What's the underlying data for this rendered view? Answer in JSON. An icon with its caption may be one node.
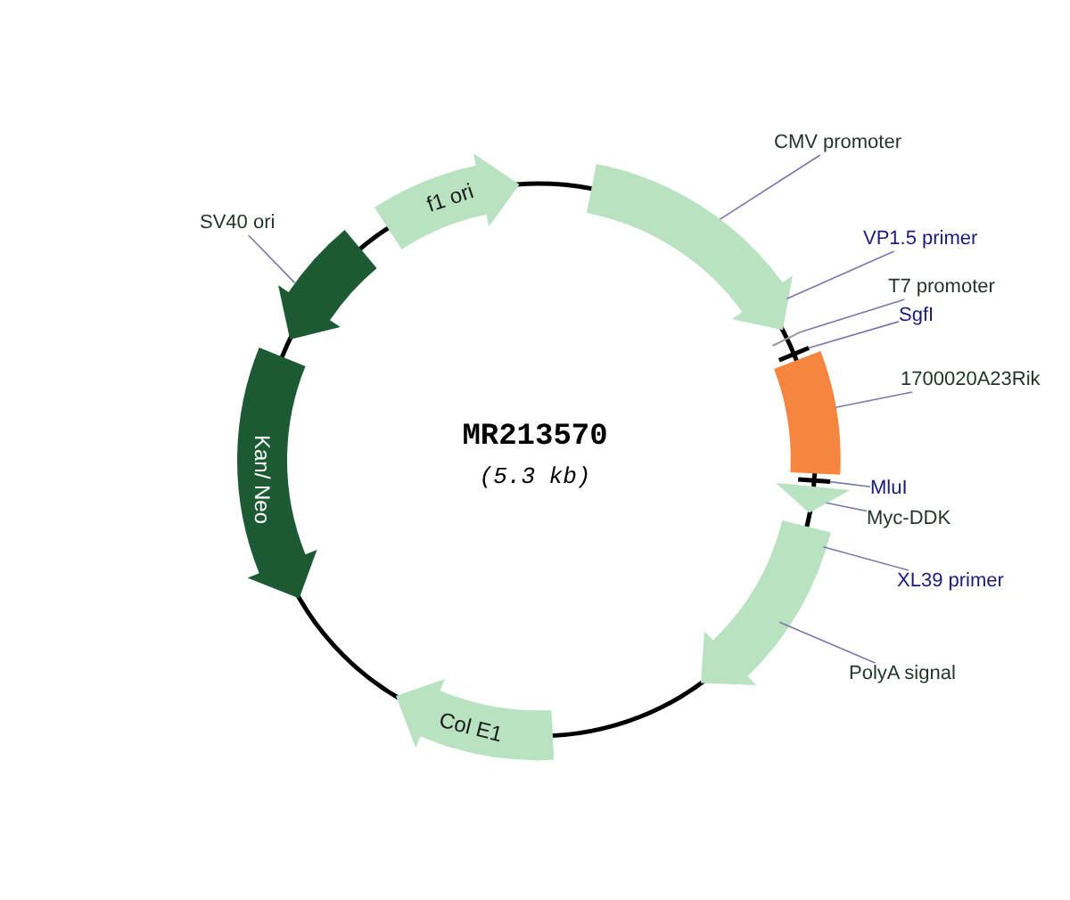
{
  "diagram": {
    "nodes": [
      {
        "text": [
          "f1 ori"
        ]
      },
      {
        "text": [],
        "shape": "arrow"
      },
      {
        "text": [],
        "shape": "bar"
      },
      {
        "text": [],
        "shape": "arrow"
      },
      {
        "text": [],
        "shape": "arrow"
      },
      {
        "text": [
          "Col E1"
        ]
      },
      {
        "text": [
          "Kan/ Neo"
        ]
      },
      {
        "text": [],
        "shape": "arrow"
      },
      {
        "text": [
          "CMV promoter"
        ]
      },
      {
        "text": [
          "VP1.5 primer"
        ]
      },
      {
        "text": [
          "T7 promoter"
        ]
      },
      {
        "text": [
          "SgfI"
        ]
      },
      {
        "text": [
          "1700020A23Rik"
        ]
      },
      {
        "text": [
          "MluI"
        ]
      },
      {
        "text": [
          "Myc-DDK"
        ]
      },
      {
        "text": [
          "XL39 primer"
        ]
      },
      {
        "text": [
          "PolyA signal"
        ]
      },
      {
        "text": [
          "SV40 ori"
        ]
      },
      {
        "text": [],
        "shape": "bar"
      },
      {
        "text": [],
        "shape": "bar"
      },
      {
        "text": [],
        "shape": "bar"
      }
    ],
    "edges": [
      {
        "from": 8,
        "to": 1,
        "arrow": "none"
      },
      {
        "from": 9,
        "to": 1,
        "arrow": "none"
      },
      {
        "from": 10,
        "to": 18,
        "arrow": "none"
      },
      {
        "from": 11,
        "to": 19,
        "arrow": "none"
      },
      {
        "from": 12,
        "to": 2,
        "arrow": "none"
      },
      {
        "from": 13,
        "to": 20,
        "arrow": "none"
      },
      {
        "from": 14,
        "to": 3,
        "arrow": "none"
      },
      {
        "from": 15,
        "to": 4,
        "arrow": "none"
      },
      {
        "from": 16,
        "to": 4,
        "arrow": "none"
      },
      {
        "from": 17,
        "to": 7,
        "arrow": "none"
      }
    ],
    "labels": [
      "MR213570",
      "(5.3 kb)"
    ]
  }
}
